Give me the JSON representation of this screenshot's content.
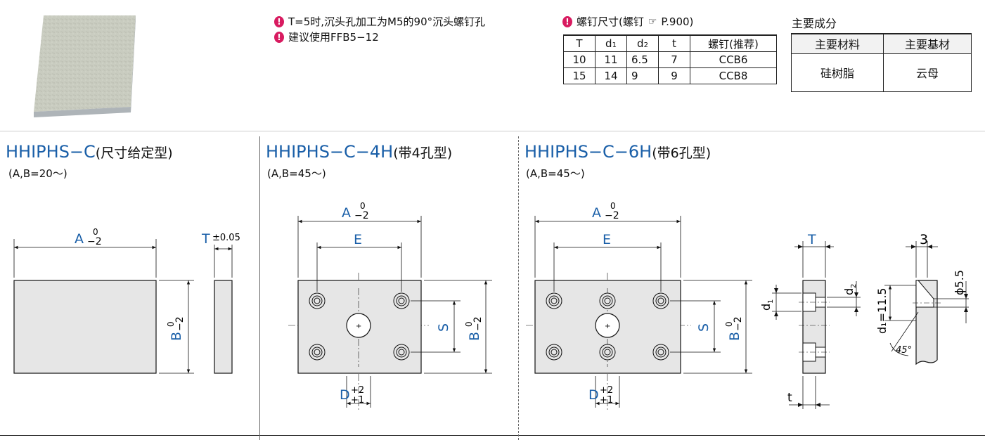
{
  "notes": [
    "T=5时,沉头孔加工为M5的90°沉头螺钉孔",
    "建议使用FFB5−12"
  ],
  "screw_table": {
    "caption": "螺钉尺寸(螺钉",
    "ref": "P.900)",
    "headers": [
      "T",
      "d1",
      "d2",
      "t",
      "螺钉(推荐)"
    ],
    "rows": [
      [
        "10",
        "11",
        "6.5",
        "7",
        "CCB6"
      ],
      [
        "15",
        "14",
        "9",
        "9",
        "CCB8"
      ]
    ]
  },
  "materials": {
    "caption": "主要成分",
    "headers": [
      "主要材料",
      "主要基材"
    ],
    "values": [
      "硅树脂",
      "云母"
    ]
  },
  "sections": [
    {
      "model": "HHIPHS−C",
      "suffix": "(尺寸给定型)",
      "range": "(A,B=20～)"
    },
    {
      "model": "HHIPHS−C−4H",
      "suffix": "(带4孔型)",
      "range": "(A,B=45～)"
    },
    {
      "model": "HHIPHS−C−6H",
      "suffix": "(带6孔型)",
      "range": "(A,B=45～)"
    }
  ],
  "dims": {
    "A": "A",
    "B": "B",
    "T": "T",
    "E": "E",
    "S": "S",
    "D": "D",
    "tol_zero": "0",
    "tol_minus2": "−2",
    "tol_pm": "±0.05",
    "tol_plus2": "+2",
    "tol_plus1": "+1",
    "d1": "d",
    "d2": "d",
    "sub1": "1",
    "sub2": "2",
    "t": "t",
    "three": "3",
    "phi": "ϕ5.5",
    "d1eq": "d₁=11.5",
    "angle": "45°"
  },
  "colors": {
    "accent": "#1a5fa8",
    "warn": "#d81b60",
    "plate_fill": "#e6e6e6",
    "photo": "#c8cbbf"
  }
}
